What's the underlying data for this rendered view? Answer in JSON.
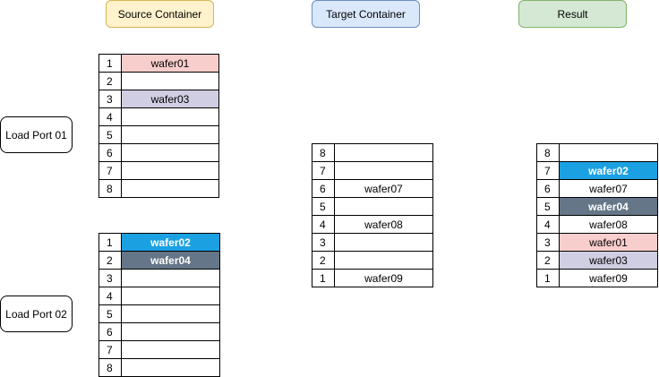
{
  "headers": {
    "source": "Source Container",
    "target": "Target Container",
    "result": "Result"
  },
  "ports": {
    "port1": "Load Port 01",
    "port2": "Load Port 02"
  },
  "colors": {
    "pink": "#f8cecc",
    "lavender": "#d0cee2",
    "blue": "#1ba1e2",
    "slate": "#647687",
    "white": "#ffffff"
  },
  "source_port1": [
    {
      "slot": "1",
      "wafer": "wafer01",
      "color": "pink"
    },
    {
      "slot": "2",
      "wafer": ""
    },
    {
      "slot": "3",
      "wafer": "wafer03",
      "color": "lavender"
    },
    {
      "slot": "4",
      "wafer": ""
    },
    {
      "slot": "5",
      "wafer": ""
    },
    {
      "slot": "6",
      "wafer": ""
    },
    {
      "slot": "7",
      "wafer": ""
    },
    {
      "slot": "8",
      "wafer": ""
    }
  ],
  "source_port2": [
    {
      "slot": "1",
      "wafer": "wafer02",
      "color": "blue",
      "bold": true
    },
    {
      "slot": "2",
      "wafer": "wafer04",
      "color": "slate",
      "bold": true
    },
    {
      "slot": "3",
      "wafer": ""
    },
    {
      "slot": "4",
      "wafer": ""
    },
    {
      "slot": "5",
      "wafer": ""
    },
    {
      "slot": "6",
      "wafer": ""
    },
    {
      "slot": "7",
      "wafer": ""
    },
    {
      "slot": "8",
      "wafer": ""
    }
  ],
  "target": [
    {
      "slot": "8",
      "wafer": ""
    },
    {
      "slot": "7",
      "wafer": ""
    },
    {
      "slot": "6",
      "wafer": "wafer07"
    },
    {
      "slot": "5",
      "wafer": ""
    },
    {
      "slot": "4",
      "wafer": "wafer08"
    },
    {
      "slot": "3",
      "wafer": ""
    },
    {
      "slot": "2",
      "wafer": ""
    },
    {
      "slot": "1",
      "wafer": "wafer09"
    }
  ],
  "result": [
    {
      "slot": "8",
      "wafer": ""
    },
    {
      "slot": "7",
      "wafer": "wafer02",
      "color": "blue",
      "bold": true
    },
    {
      "slot": "6",
      "wafer": "wafer07"
    },
    {
      "slot": "5",
      "wafer": "wafer04",
      "color": "slate",
      "bold": true
    },
    {
      "slot": "4",
      "wafer": "wafer08"
    },
    {
      "slot": "3",
      "wafer": "wafer01",
      "color": "pink"
    },
    {
      "slot": "2",
      "wafer": "wafer03",
      "color": "lavender"
    },
    {
      "slot": "1",
      "wafer": "wafer09"
    }
  ]
}
